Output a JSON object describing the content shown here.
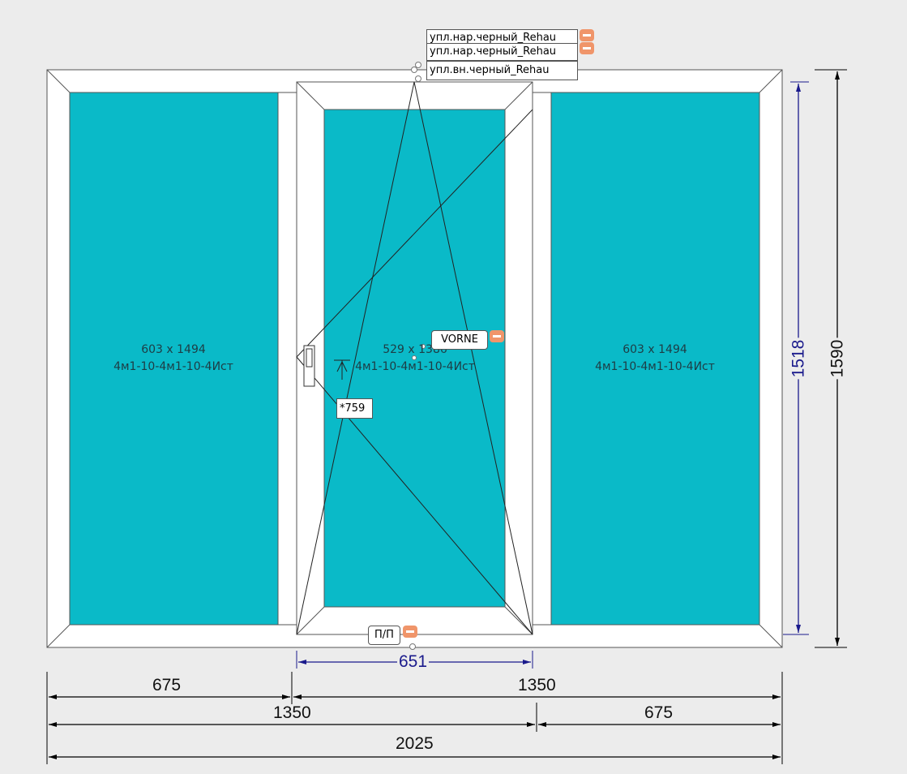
{
  "seal_tags": [
    "упл.нар.черный_Rehau",
    "упл.нар.черный_Rehau",
    "упл.вн.черный_Rehau"
  ],
  "panes": {
    "left": {
      "size": "603 x 1494",
      "glass": "4м1-10-4м1-10-4Ист"
    },
    "center": {
      "size": "529 x 1386",
      "glass": "4м1-10-4м1-10-4Ист"
    },
    "right": {
      "size": "603 x 1494",
      "glass": "4м1-10-4м1-10-4Ист"
    }
  },
  "fitting_tag": "VORNE",
  "handle_height": "*759",
  "sash_type": "П/П",
  "dimensions": {
    "sash_width": "651",
    "sash_height": "1518",
    "total_height": "1590",
    "row1_left": "675",
    "row1_right": "1350",
    "row2_left": "1350",
    "row2_right": "675",
    "total_width": "2025"
  },
  "colors": {
    "glass": "#0abac8",
    "frame": "#ffffff",
    "background": "#ececec",
    "dimension_dark": "#000000",
    "dimension_blue": "#1a1a8c",
    "tag_button": "#f0956a"
  },
  "icons": [
    "handle-icon",
    "handle-height-marker",
    "remove-button-icon"
  ]
}
